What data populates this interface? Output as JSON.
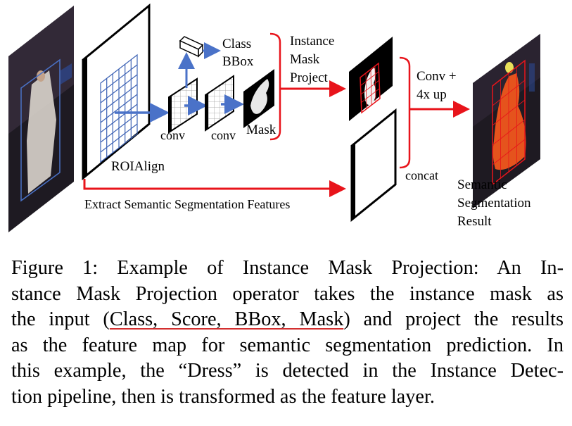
{
  "diagram": {
    "labels": {
      "class": "Class",
      "bbox": "BBox",
      "instance": "Instance",
      "mask_word": "Mask",
      "project": "Project",
      "conv_up_1": "Conv +",
      "conv_up_2": "4x up",
      "conv_a": "conv",
      "conv_b": "conv",
      "mask": "Mask",
      "roialign": "ROIAlign",
      "concat": "concat",
      "semantic": "Semantic",
      "segmentation": "Segmentation",
      "result": "Result",
      "extract": "Extract Semantic Segmentation Features"
    },
    "colors": {
      "red_arrow": "#e8141b",
      "blue_arrow": "#4a72c8",
      "grid_blue": "#3e63b5",
      "grid_red": "#e8141b",
      "dress_orange": "#e5531d"
    }
  },
  "caption": {
    "line1": "Figure 1:  Example of Instance Mask Projection:  An In-",
    "line2": "stance Mask Projection operator takes the instance mask as",
    "line3_pre": "the input (",
    "line3_link": "Class, Score, BBox, Mask",
    "line3_post": ") and project the results",
    "line4": "as the feature map for semantic segmentation prediction. In",
    "line5": "this example, the “Dress” is detected in the Instance Detec-",
    "line6": "tion pipeline, then is transformed as the feature layer."
  }
}
